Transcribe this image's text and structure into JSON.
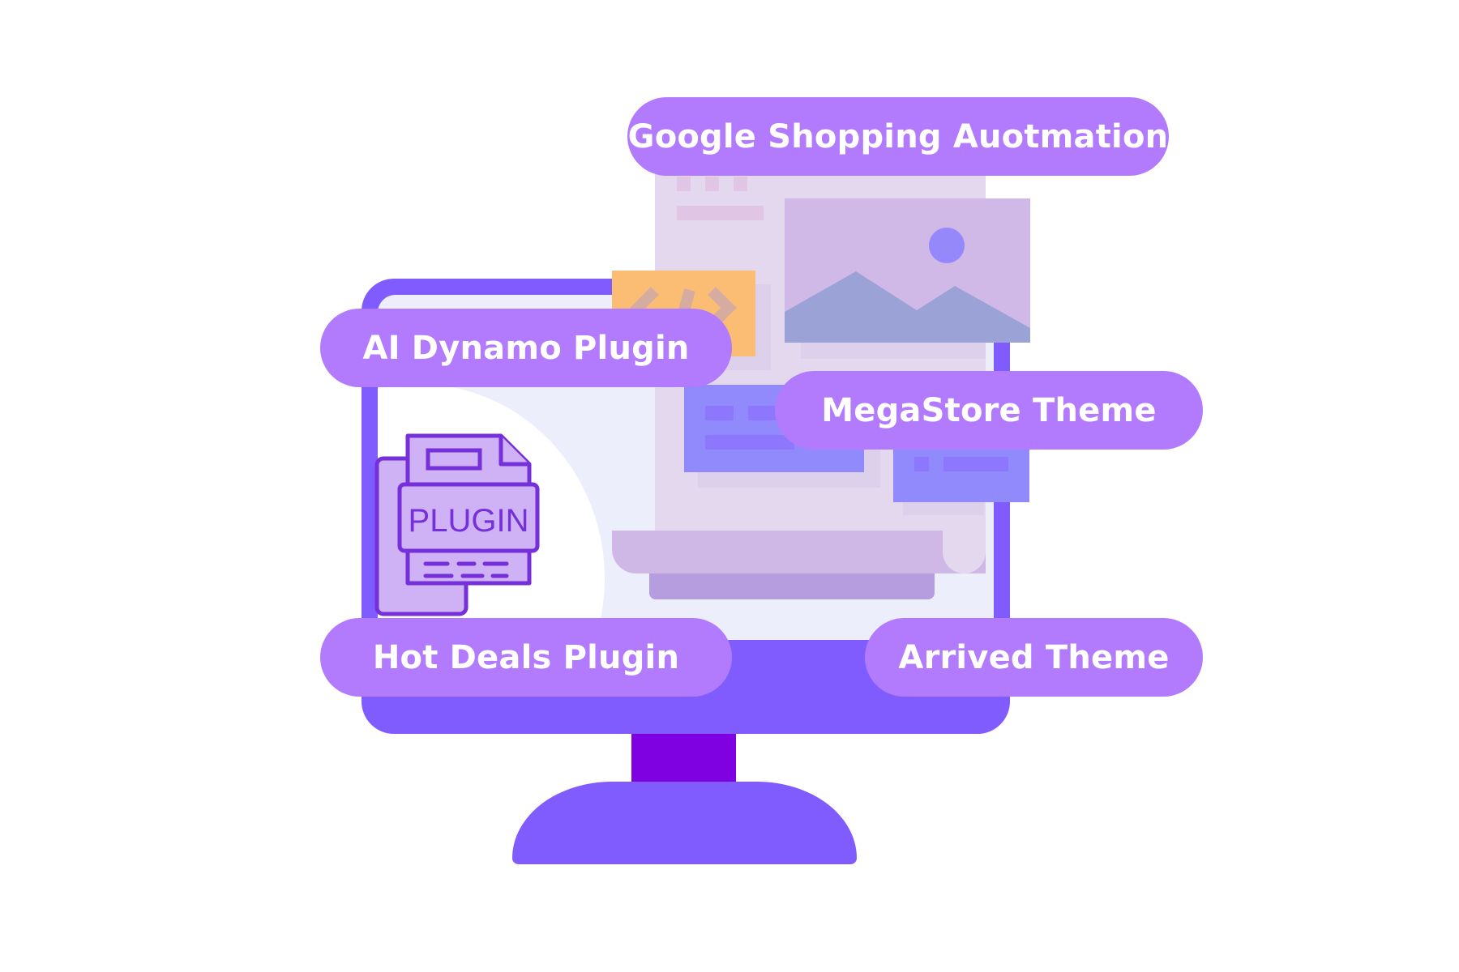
{
  "labels": {
    "google_shopping": "Google Shopping Auotmation",
    "ai_dynamo": "AI Dynamo Plugin",
    "megastore": "MegaStore Theme",
    "hot_deals": "Hot Deals Plugin",
    "arrived": "Arrived Theme"
  },
  "plugin_icon": {
    "text": "PLUGIN"
  },
  "code_icon": {
    "text": "</>"
  },
  "colors": {
    "pill": "#b27bfd",
    "monitor_frame": "#805cff",
    "monitor_neck": "#7f00e0",
    "screen_bg": "#eceefc",
    "page_bg": "#e3d8ee",
    "image_card": "#d0baE6",
    "mountain": "#9ba3d6",
    "sun": "#9488fb",
    "code_card": "#fbbd74",
    "blue_block": "#908afd",
    "icon_stroke": "#7630d9",
    "icon_fill": "#cfb2f5"
  }
}
